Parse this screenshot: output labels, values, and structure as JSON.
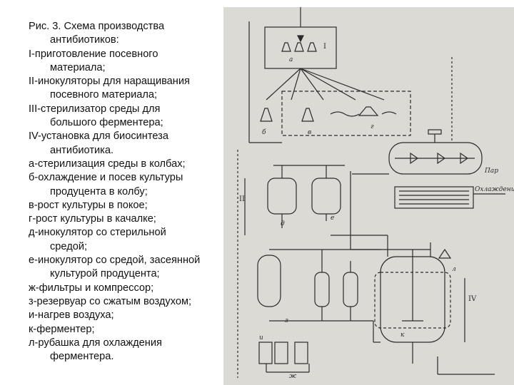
{
  "caption": {
    "lines": [
      {
        "text": "Рис. 3. Схема производства",
        "indent": false
      },
      {
        "text": "антибиотиков:",
        "indent": true
      },
      {
        "text": "I-приготовление посевного",
        "indent": false
      },
      {
        "text": "материала;",
        "indent": true
      },
      {
        "text": "II-инокуляторы для наращивания",
        "indent": false
      },
      {
        "text": "посевного материала;",
        "indent": true
      },
      {
        "text": "III-стерилизатор среды для",
        "indent": false
      },
      {
        "text": "большого ферментера;",
        "indent": true
      },
      {
        "text": "IV-установка для биосинтеза",
        "indent": false
      },
      {
        "text": "антибиотика.",
        "indent": true
      },
      {
        "text": "а-стерилизация среды в колбах;",
        "indent": false
      },
      {
        "text": "б-охлаждение и посев культуры",
        "indent": false
      },
      {
        "text": "продуцента в колбу;",
        "indent": true
      },
      {
        "text": "в-рост культуры в покое;",
        "indent": false
      },
      {
        "text": "г-рост культуры в качалке;",
        "indent": false
      },
      {
        "text": "д-инокулятор со стерильной",
        "indent": false
      },
      {
        "text": "средой;",
        "indent": true
      },
      {
        "text": "е-инокулятор со средой, засеянной",
        "indent": false
      },
      {
        "text": "культурой продуцента;",
        "indent": true
      },
      {
        "text": "ж-фильтры и компрессор;",
        "indent": false
      },
      {
        "text": "з-резервуар со сжатым воздухом;",
        "indent": false
      },
      {
        "text": "и-нагрев воздуха;",
        "indent": false
      },
      {
        "text": "к-ферментер;",
        "indent": false
      },
      {
        "text": "л-рубашка для охлаждения",
        "indent": false
      },
      {
        "text": "ферментера.",
        "indent": true
      }
    ]
  },
  "diagram": {
    "labels": {
      "stage_I": "I",
      "stage_II": "II",
      "stage_IV": "IV",
      "a": "а",
      "b": "б",
      "v": "в",
      "g": "г",
      "d": "д",
      "e": "е",
      "zh": "ж",
      "z": "з",
      "i": "и",
      "k": "к",
      "l": "л",
      "par": "Пар",
      "ohlazhdenie": "Охлаждение"
    },
    "line_color": "#2b2b2b"
  }
}
